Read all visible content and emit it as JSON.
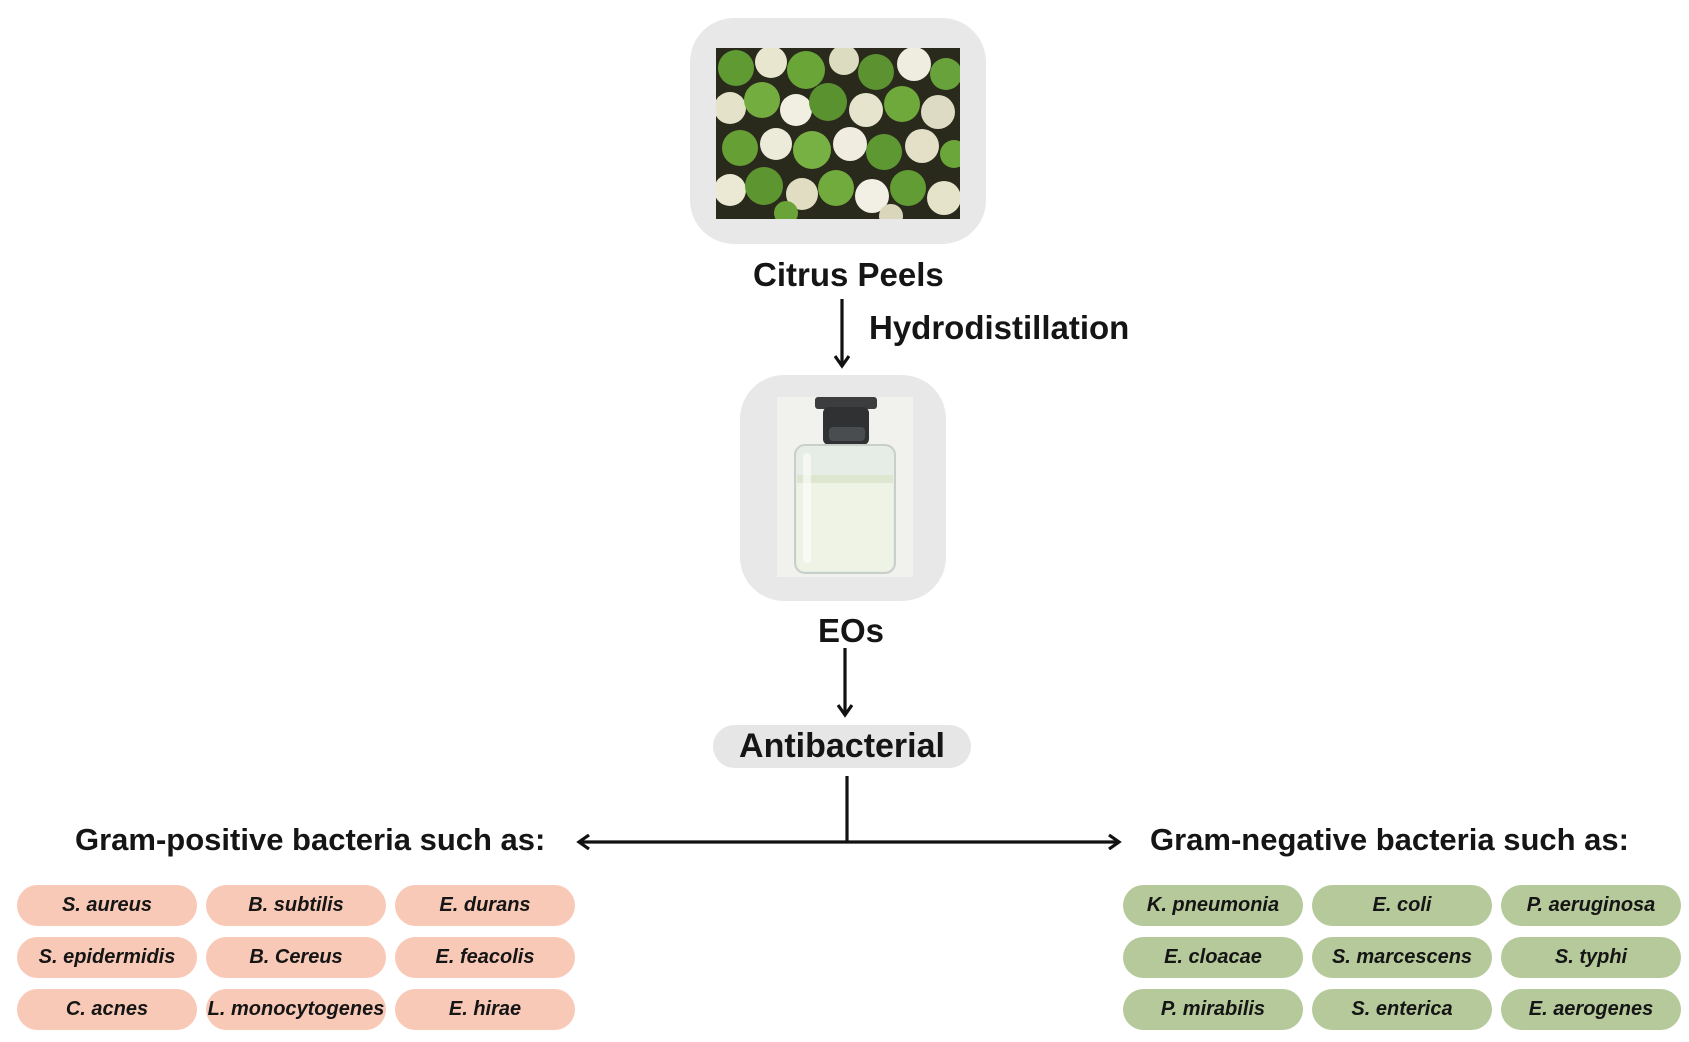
{
  "colors": {
    "frame": "#e8e8e8",
    "gram_positive": "#f8c9b7",
    "gram_negative": "#b5c99a",
    "arrow": "#111111"
  },
  "steps": {
    "source": "Citrus Peels",
    "process": "Hydrodistillation",
    "product": "EOs",
    "activity": "Antibacterial"
  },
  "gram_positive": {
    "title": "Gram-positive bacteria such as:",
    "items": [
      "S. aureus",
      "B. subtilis",
      "E. durans",
      "S. epidermidis",
      "B. Cereus",
      "E. feacolis",
      "C. acnes",
      "L. monocytogenes",
      "E. hirae"
    ]
  },
  "gram_negative": {
    "title": "Gram-negative bacteria such as:",
    "items": [
      "K. pneumonia",
      "E. coli",
      "P. aeruginosa",
      "E. cloacae",
      "S. marcescens",
      "S. typhi",
      "P. mirabilis",
      "S. enterica",
      "E. aerogenes"
    ]
  }
}
